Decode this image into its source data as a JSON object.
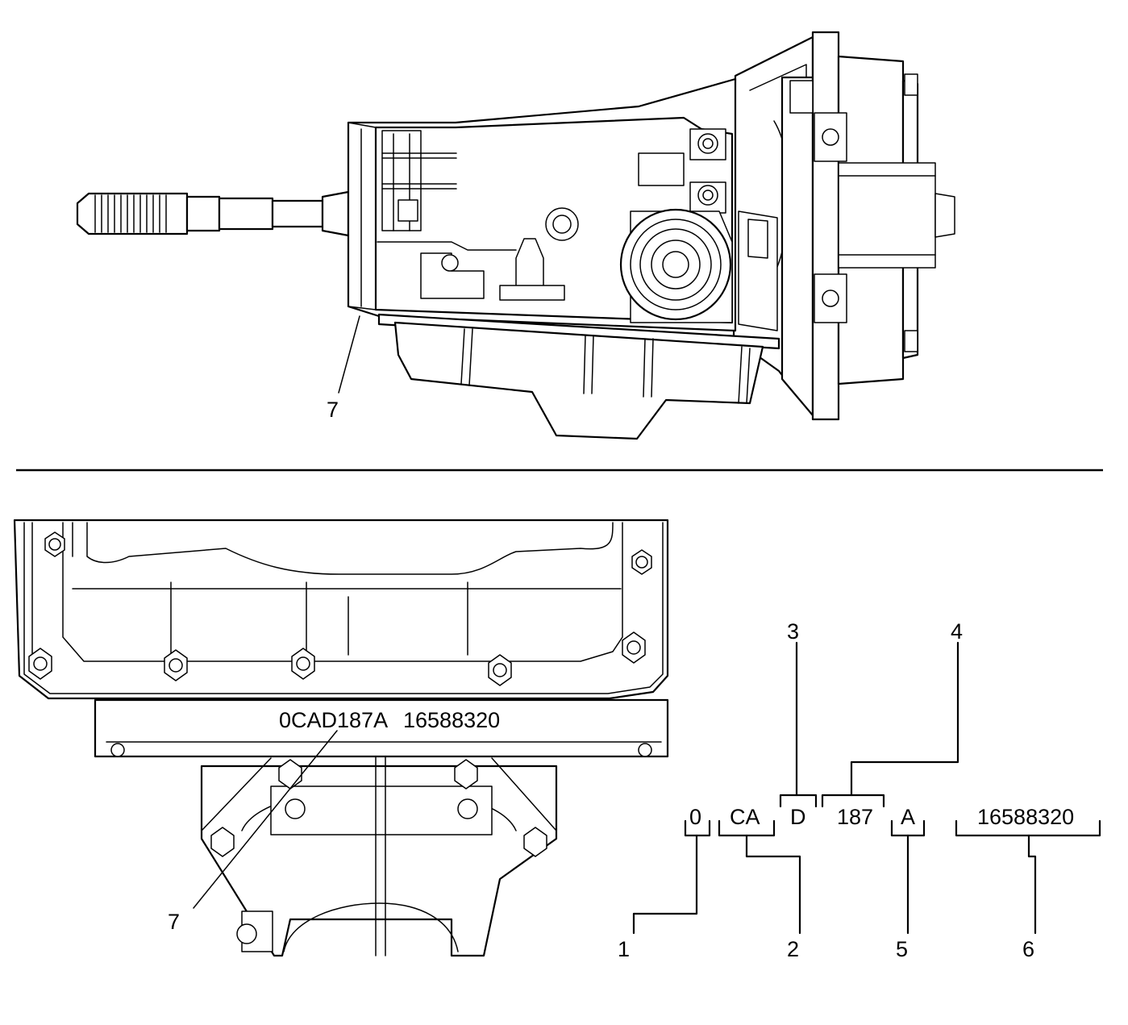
{
  "callouts": {
    "top_seven": "7",
    "bottom_seven": "7",
    "one": "1",
    "two": "2",
    "three": "3",
    "four": "4",
    "five": "5",
    "six": "6"
  },
  "stamp": {
    "code": "0CAD187A",
    "part": "16588320"
  },
  "breakdown": {
    "year": "0",
    "plant": "CA",
    "model": "D",
    "day": "187",
    "shift": "A",
    "part_number": "16588320"
  }
}
